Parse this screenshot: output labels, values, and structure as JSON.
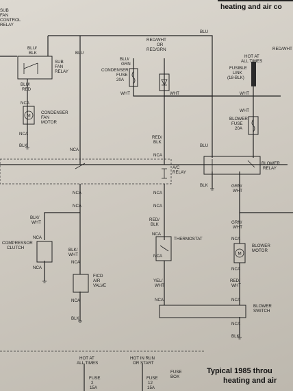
{
  "header": {
    "title_top": "heating and air co",
    "title_bottom_1": "Typical 1985 throu",
    "title_bottom_2": "heating and air"
  },
  "labels": {
    "sub_fan_control_relay": [
      "SUB",
      "FAN",
      "CONTROL",
      "RELAY"
    ],
    "blu_top": "BLU",
    "red_wht_or_red_grn": [
      "RED/WHT",
      "OR",
      "RED/GRN"
    ],
    "red_wht_right": "RED/WHT",
    "hot_at_all_times": [
      "HOT AT",
      "ALL TIMES"
    ],
    "fusible_link": [
      "FUSIBLE",
      "LINK",
      "(18-BLK)"
    ],
    "blu_blk": [
      "BLU/",
      "BLK"
    ],
    "blu_mid": "BLU",
    "sub_fan_relay": [
      "SUB",
      "FAN",
      "RELAY"
    ],
    "blu_grn": [
      "BLU/",
      "GRN"
    ],
    "condenser_fuse": [
      "CONDENSER",
      "FUSE",
      "20A"
    ],
    "wht_fuse": "WHT",
    "wht_1": "WHT",
    "wht_2": "WHT",
    "wht_3": "WHT",
    "blower_fuse": [
      "BLOWER",
      "FUSE",
      "20A"
    ],
    "blu_red": [
      "BLU/",
      "RED"
    ],
    "nca": "NCA",
    "condenser_fan_motor": [
      "CONDENSER",
      "FAN",
      "MOTOR"
    ],
    "motor_symbol": "M",
    "blk": "BLK",
    "red_blk": [
      "RED/",
      "BLK"
    ],
    "blu_relay": "BLU",
    "blower_relay": [
      "BLOWER",
      "RELAY"
    ],
    "ac_relay": [
      "A/C",
      "RELAY"
    ],
    "grn_wht": [
      "GRN/",
      "WHT"
    ],
    "blk_wht": [
      "BLK/",
      "WHT"
    ],
    "thermostat": "THERMOSTAT",
    "compressor_clutch": [
      "COMPRESSOR",
      "CLUTCH"
    ],
    "blower_motor": [
      "BLOWER",
      "MOTOR"
    ],
    "fico_air_valve": [
      "FICD",
      "AIR",
      "VALVE"
    ],
    "yel_wht": [
      "YEL/",
      "WHT"
    ],
    "red_wht": [
      "RED/",
      "WHT"
    ],
    "blower_switch": [
      "BLOWER",
      "SWITCH"
    ],
    "hot_at_all_times_bottom": [
      "HOT AT",
      "ALL TIMES"
    ],
    "hot_in_run_or_start": [
      "HOT IN RUN",
      "OR START"
    ],
    "fuse_box": [
      "FUSE",
      "BOX"
    ],
    "fuse_2": [
      "FUSE",
      "2",
      "15A"
    ],
    "fuse_12": [
      "FUSE",
      "12",
      "15A"
    ]
  }
}
